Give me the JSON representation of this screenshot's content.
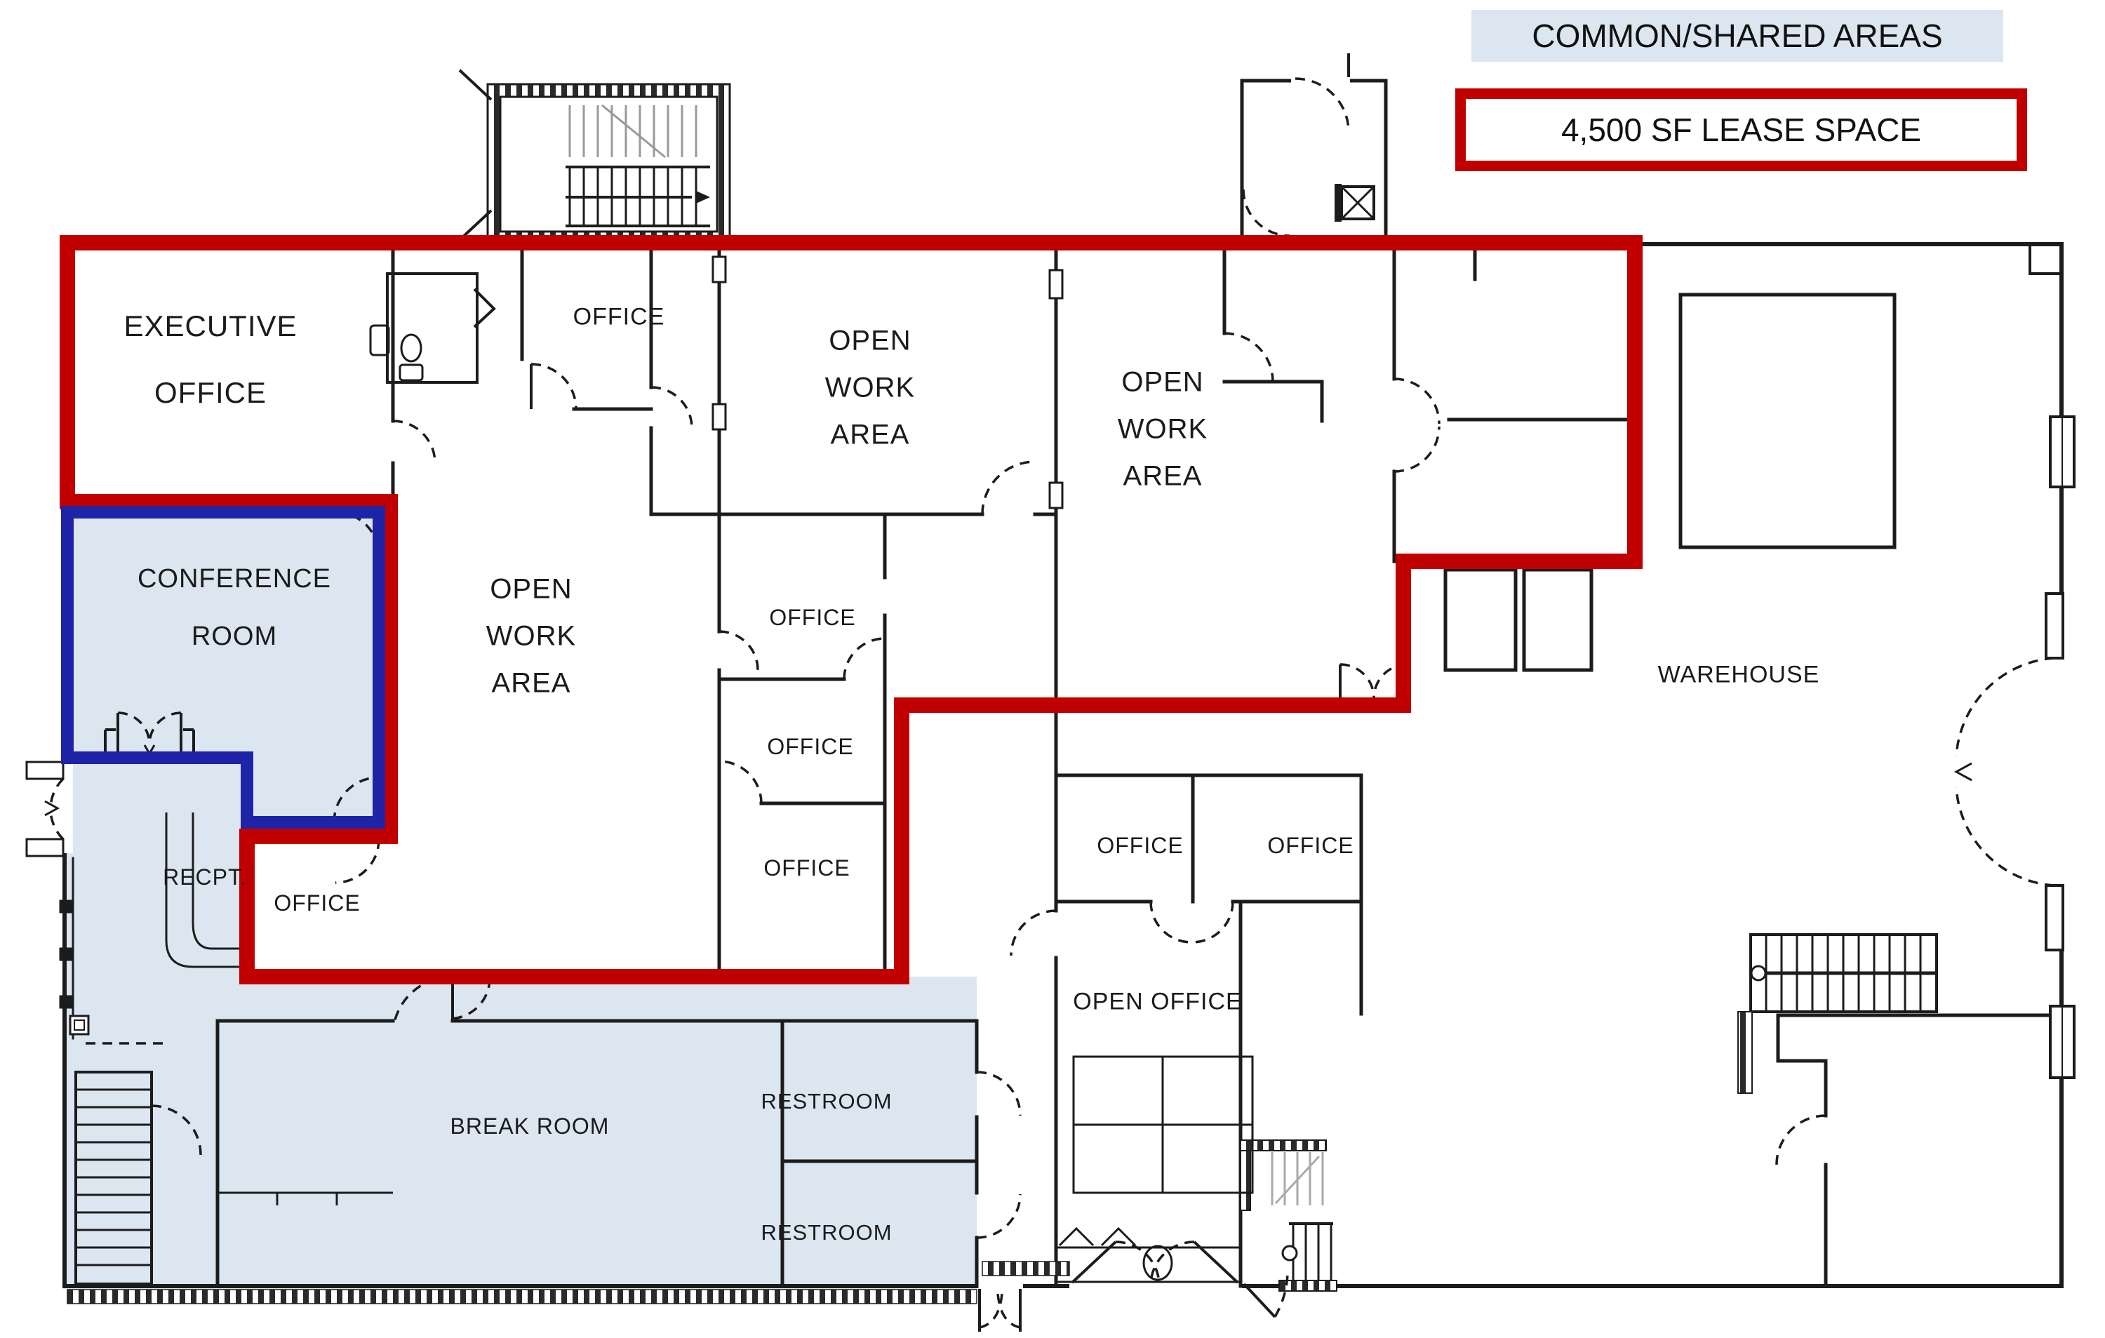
{
  "colors": {
    "lease-red": "#c00000",
    "common-blue": "#1f23a8",
    "shade": "#dce6f1",
    "wall": "#1c1c1c",
    "paper": "#ffffff"
  },
  "legend": {
    "common": "COMMON/SHARED AREAS",
    "lease": "4,500 SF LEASE SPACE"
  },
  "rooms": [
    {
      "id": "executive-office",
      "label": "EXECUTIVE\nOFFICE"
    },
    {
      "id": "office-top",
      "label": "OFFICE"
    },
    {
      "id": "open-work-area-top-middle",
      "label": "OPEN\nWORK\nAREA"
    },
    {
      "id": "open-work-area-middle-right",
      "label": "OPEN\nWORK\nAREA"
    },
    {
      "id": "open-work-area-left",
      "label": "OPEN\nWORK\nAREA"
    },
    {
      "id": "conference-room",
      "label": "CONFERENCE\nROOM"
    },
    {
      "id": "office-column-1",
      "label": "OFFICE"
    },
    {
      "id": "office-column-2",
      "label": "OFFICE"
    },
    {
      "id": "office-column-3",
      "label": "OFFICE"
    },
    {
      "id": "office-reception",
      "label": "OFFICE"
    },
    {
      "id": "reception",
      "label": "RECPT."
    },
    {
      "id": "office-bottom-1",
      "label": "OFFICE"
    },
    {
      "id": "office-bottom-2",
      "label": "OFFICE"
    },
    {
      "id": "open-office",
      "label": "OPEN OFFICE"
    },
    {
      "id": "warehouse",
      "label": "WAREHOUSE"
    },
    {
      "id": "break-room",
      "label": "BREAK ROOM"
    },
    {
      "id": "restroom-upper",
      "label": "RESTROOM"
    },
    {
      "id": "restroom-lower",
      "label": "RESTROOM"
    }
  ],
  "icons": [
    "toilet-icon",
    "sink-icon",
    "staircase-icon",
    "double-door-icon",
    "door-swing-icon",
    "window-icon",
    "floor-box-icon",
    "reception-desk-icon",
    "table-grid-icon"
  ]
}
